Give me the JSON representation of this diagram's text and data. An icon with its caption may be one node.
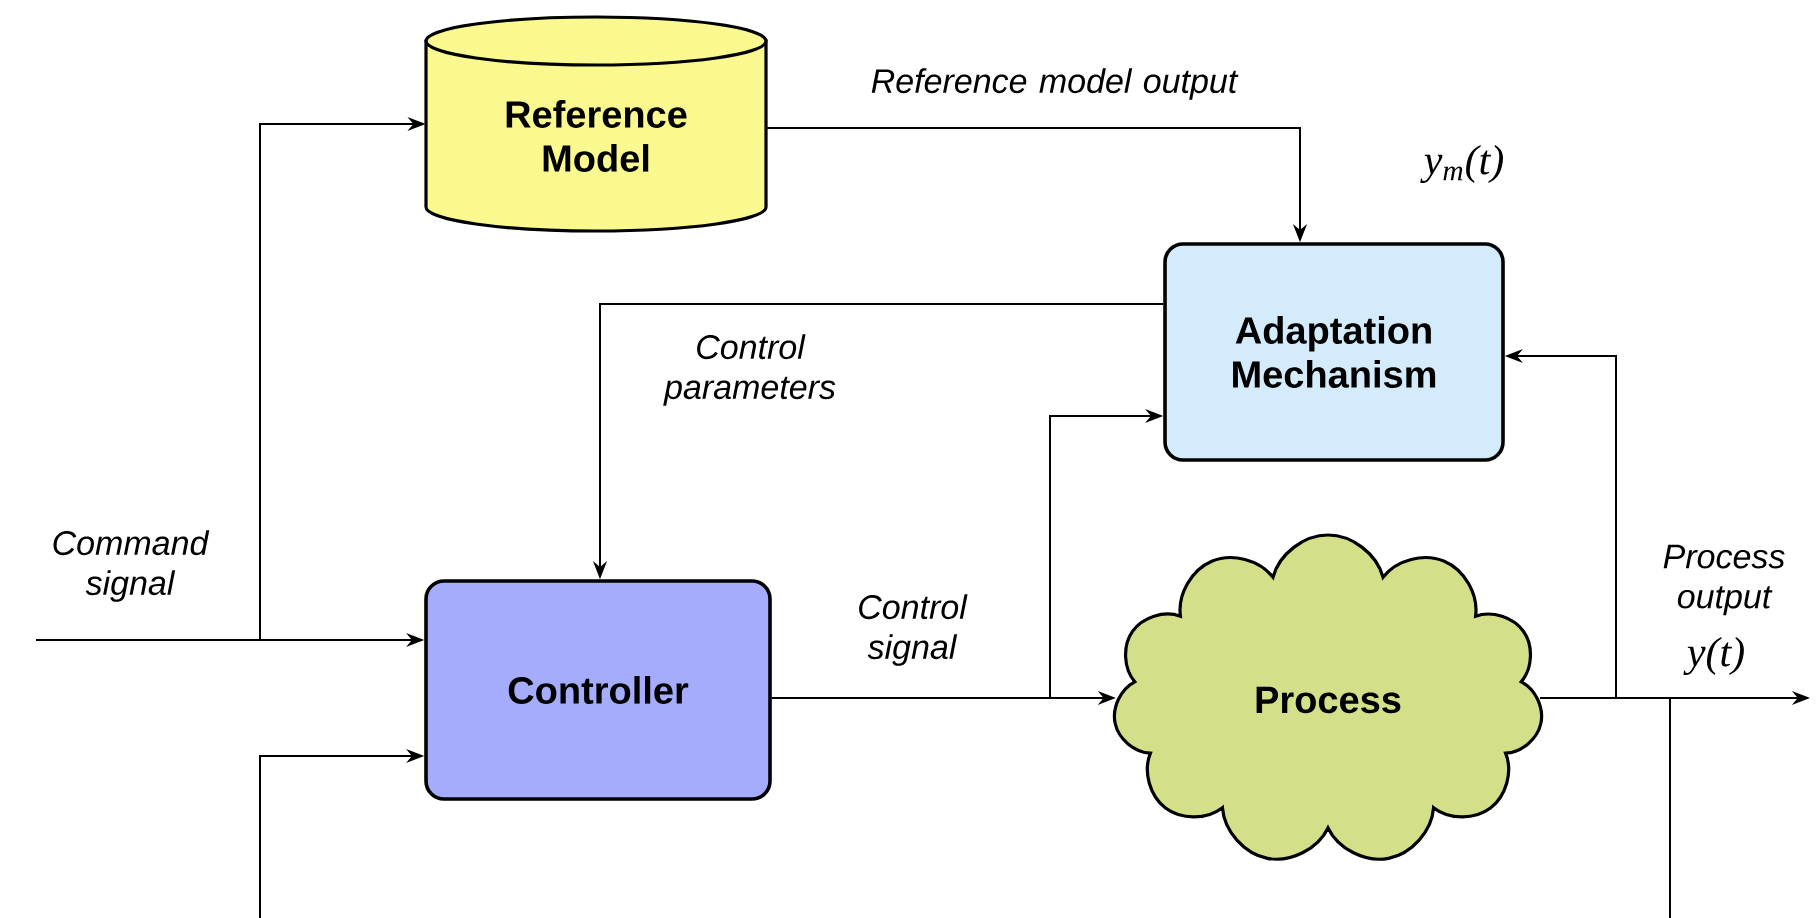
{
  "diagram": {
    "nodes": [
      {
        "text": [
          "Reference Model"
        ]
      },
      {
        "text": [
          "Adaptation Mechanism"
        ]
      },
      {
        "text": [
          "Controller"
        ]
      },
      {
        "text": [
          "Process"
        ]
      }
    ],
    "edges": [
      {
        "from": null,
        "to": 2,
        "arrow": "to",
        "label": "Command signal"
      },
      {
        "from": null,
        "to": 0,
        "arrow": "to"
      },
      {
        "from": 0,
        "to": 1,
        "arrow": "to",
        "label": "Reference model output"
      },
      {
        "from": 1,
        "to": 2,
        "arrow": "to",
        "label": "Control parameters"
      },
      {
        "from": 2,
        "to": 3,
        "arrow": "to",
        "label": "Control signal"
      },
      {
        "from": 2,
        "to": 1,
        "arrow": "to"
      },
      {
        "from": 3,
        "to": null,
        "arrow": "to",
        "label": "Process output"
      },
      {
        "from": 3,
        "to": 1,
        "arrow": "to"
      },
      {
        "from": 3,
        "to": null,
        "arrow": "none"
      },
      {
        "from": null,
        "to": 2,
        "arrow": "to"
      }
    ],
    "labels": [
      "y$_{m}$(t)",
      "y(t)"
    ]
  }
}
